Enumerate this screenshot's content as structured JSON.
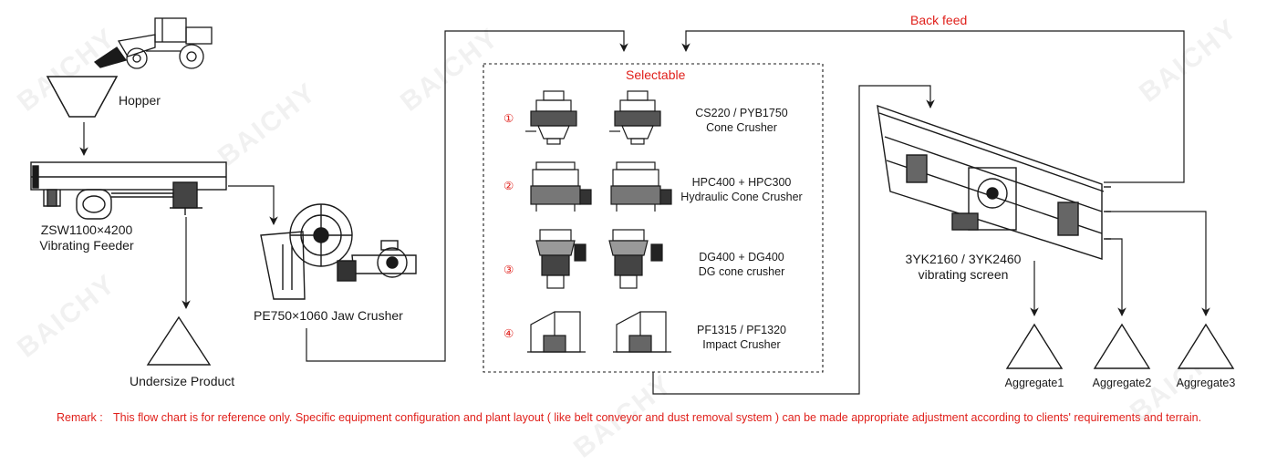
{
  "watermark": "BAICHY",
  "hopper": {
    "label": "Hopper"
  },
  "feeder": {
    "model": "ZSW1100×4200",
    "name": "Vibrating Feeder"
  },
  "undersize": {
    "label": "Undersize Product"
  },
  "jaw": {
    "label": "PE750×1060 Jaw Crusher"
  },
  "selectable": {
    "title": "Selectable",
    "options": [
      {
        "num": "①",
        "line1": "CS220 / PYB1750",
        "line2": "Cone Crusher"
      },
      {
        "num": "②",
        "line1": "HPC400 + HPC300",
        "line2": "Hydraulic Cone Crusher"
      },
      {
        "num": "③",
        "line1": "DG400 + DG400",
        "line2": "DG cone crusher"
      },
      {
        "num": "④",
        "line1": "PF1315 / PF1320",
        "line2": "Impact Crusher"
      }
    ]
  },
  "backfeed": {
    "label": "Back feed"
  },
  "screen": {
    "model": "3YK2160 / 3YK2460",
    "name": "vibrating screen"
  },
  "aggregates": [
    "Aggregate1",
    "Aggregate2",
    "Aggregate3"
  ],
  "remark": {
    "tag": "Remark :",
    "text": "This flow chart is for reference only. Specific equipment configuration and plant layout ( like belt conveyor and dust removal system ) can be made appropriate adjustment according to clients' requirements and terrain."
  },
  "colors": {
    "line": "#1a1a1a",
    "accent": "#e0201b",
    "watermark": "#d9d9d9"
  }
}
